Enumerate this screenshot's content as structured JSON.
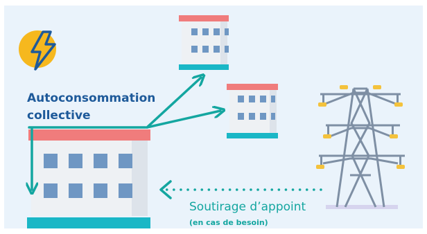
{
  "title": {
    "line1": "Autoconsommation",
    "line2": "collective"
  },
  "grid_label": {
    "main": "Soutirage d’appoint",
    "sub": "(en cas de besoin)"
  },
  "icons": [
    "lightning-icon",
    "building-icon",
    "power-pylon-icon"
  ],
  "colors": {
    "background": "#eaf3fb",
    "accent_teal": "#14a6a0",
    "title_blue": "#1e5a9a",
    "roof_red": "#f07c7c",
    "building_body": "#eef1f4",
    "window_blue": "#6f97c3",
    "base_cyan": "#1ab7c6",
    "sun_yellow": "#f6b81e",
    "pylon_steel": "#7e8fa4",
    "insulator_yellow": "#f4c23c"
  }
}
